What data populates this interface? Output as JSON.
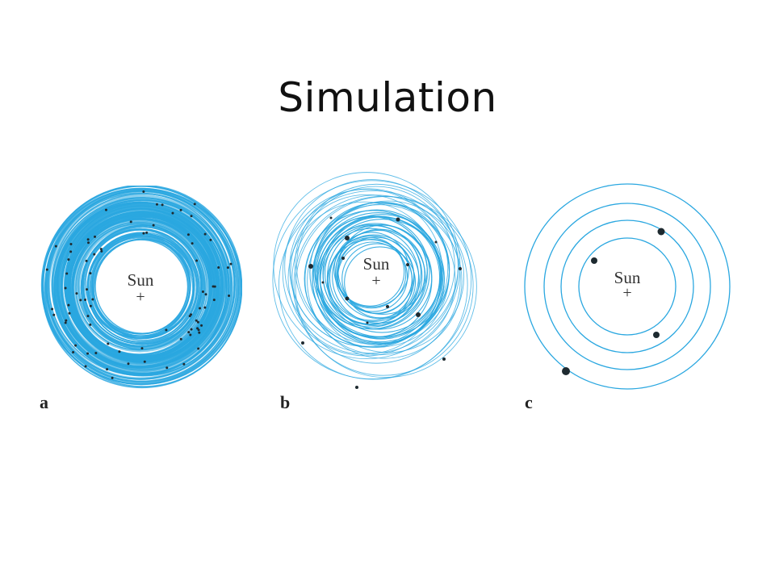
{
  "title": "Simulation",
  "colors": {
    "orbit": "#2aa7e0",
    "planet": "#1e2a30",
    "text": "#333333"
  },
  "panels": [
    {
      "id": "a",
      "label": "a",
      "center_label": "Sun",
      "center_marker": "+",
      "stage": "many planetesimals"
    },
    {
      "id": "b",
      "label": "b",
      "center_label": "Sun",
      "center_marker": "+",
      "stage": "fewer, larger bodies"
    },
    {
      "id": "c",
      "label": "c",
      "center_label": "Sun",
      "center_marker": "+",
      "stage": "four planets"
    }
  ]
}
